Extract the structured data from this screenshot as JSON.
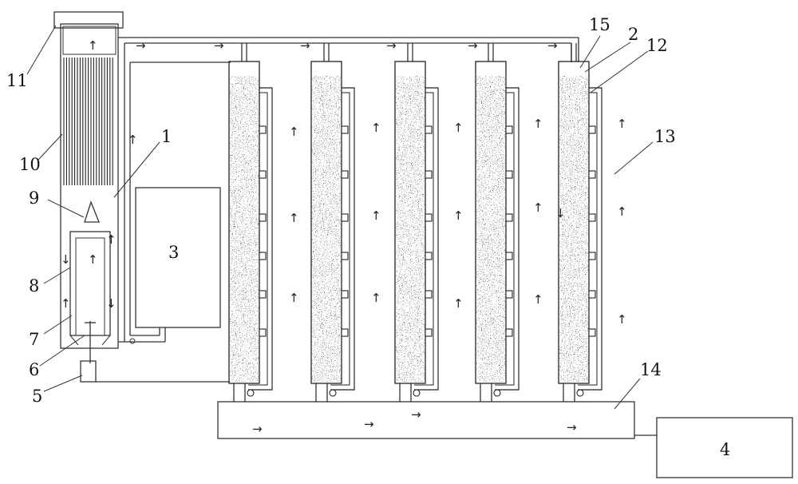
{
  "labels": {
    "n1": "1",
    "n2": "2",
    "n3": "3",
    "n4": "4",
    "n5": "5",
    "n6": "6",
    "n7": "7",
    "n8": "8",
    "n9": "9",
    "n10": "10",
    "n11": "11",
    "n12": "12",
    "n13": "13",
    "n14": "14",
    "n15": "15"
  },
  "glyphs": {
    "up": "↑",
    "down": "↓",
    "right": "→"
  },
  "colors": {
    "ink": "#222222",
    "packing": "#2a2a2a",
    "background": "#ffffff"
  },
  "column_count": 5
}
